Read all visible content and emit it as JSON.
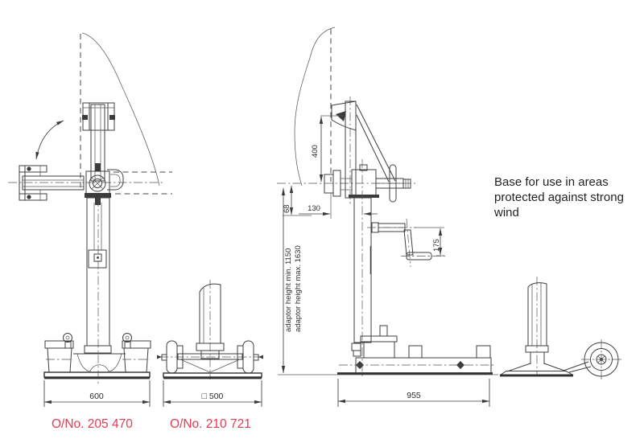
{
  "drawings": {
    "left": {
      "width_dim": "600",
      "order_no": "O/No. 205 470"
    },
    "middle": {
      "width_dim": "□ 500",
      "order_no": "O/No. 210 721"
    },
    "crank_stand": {
      "bracket_height_dim": "400",
      "offset_dim": "68",
      "reach_dim": "130",
      "crank_radius_dim": "175",
      "base_width_dim": "955",
      "adaptor_height_min": "adaptor height min. 1150",
      "adaptor_height_max": "adaptor height max. 1630"
    }
  },
  "note": "Base for use in areas protected against strong wind",
  "colors": {
    "line": "#3f3f3f",
    "order_no_red": "#e23d50",
    "note_text": "#1f2023"
  }
}
